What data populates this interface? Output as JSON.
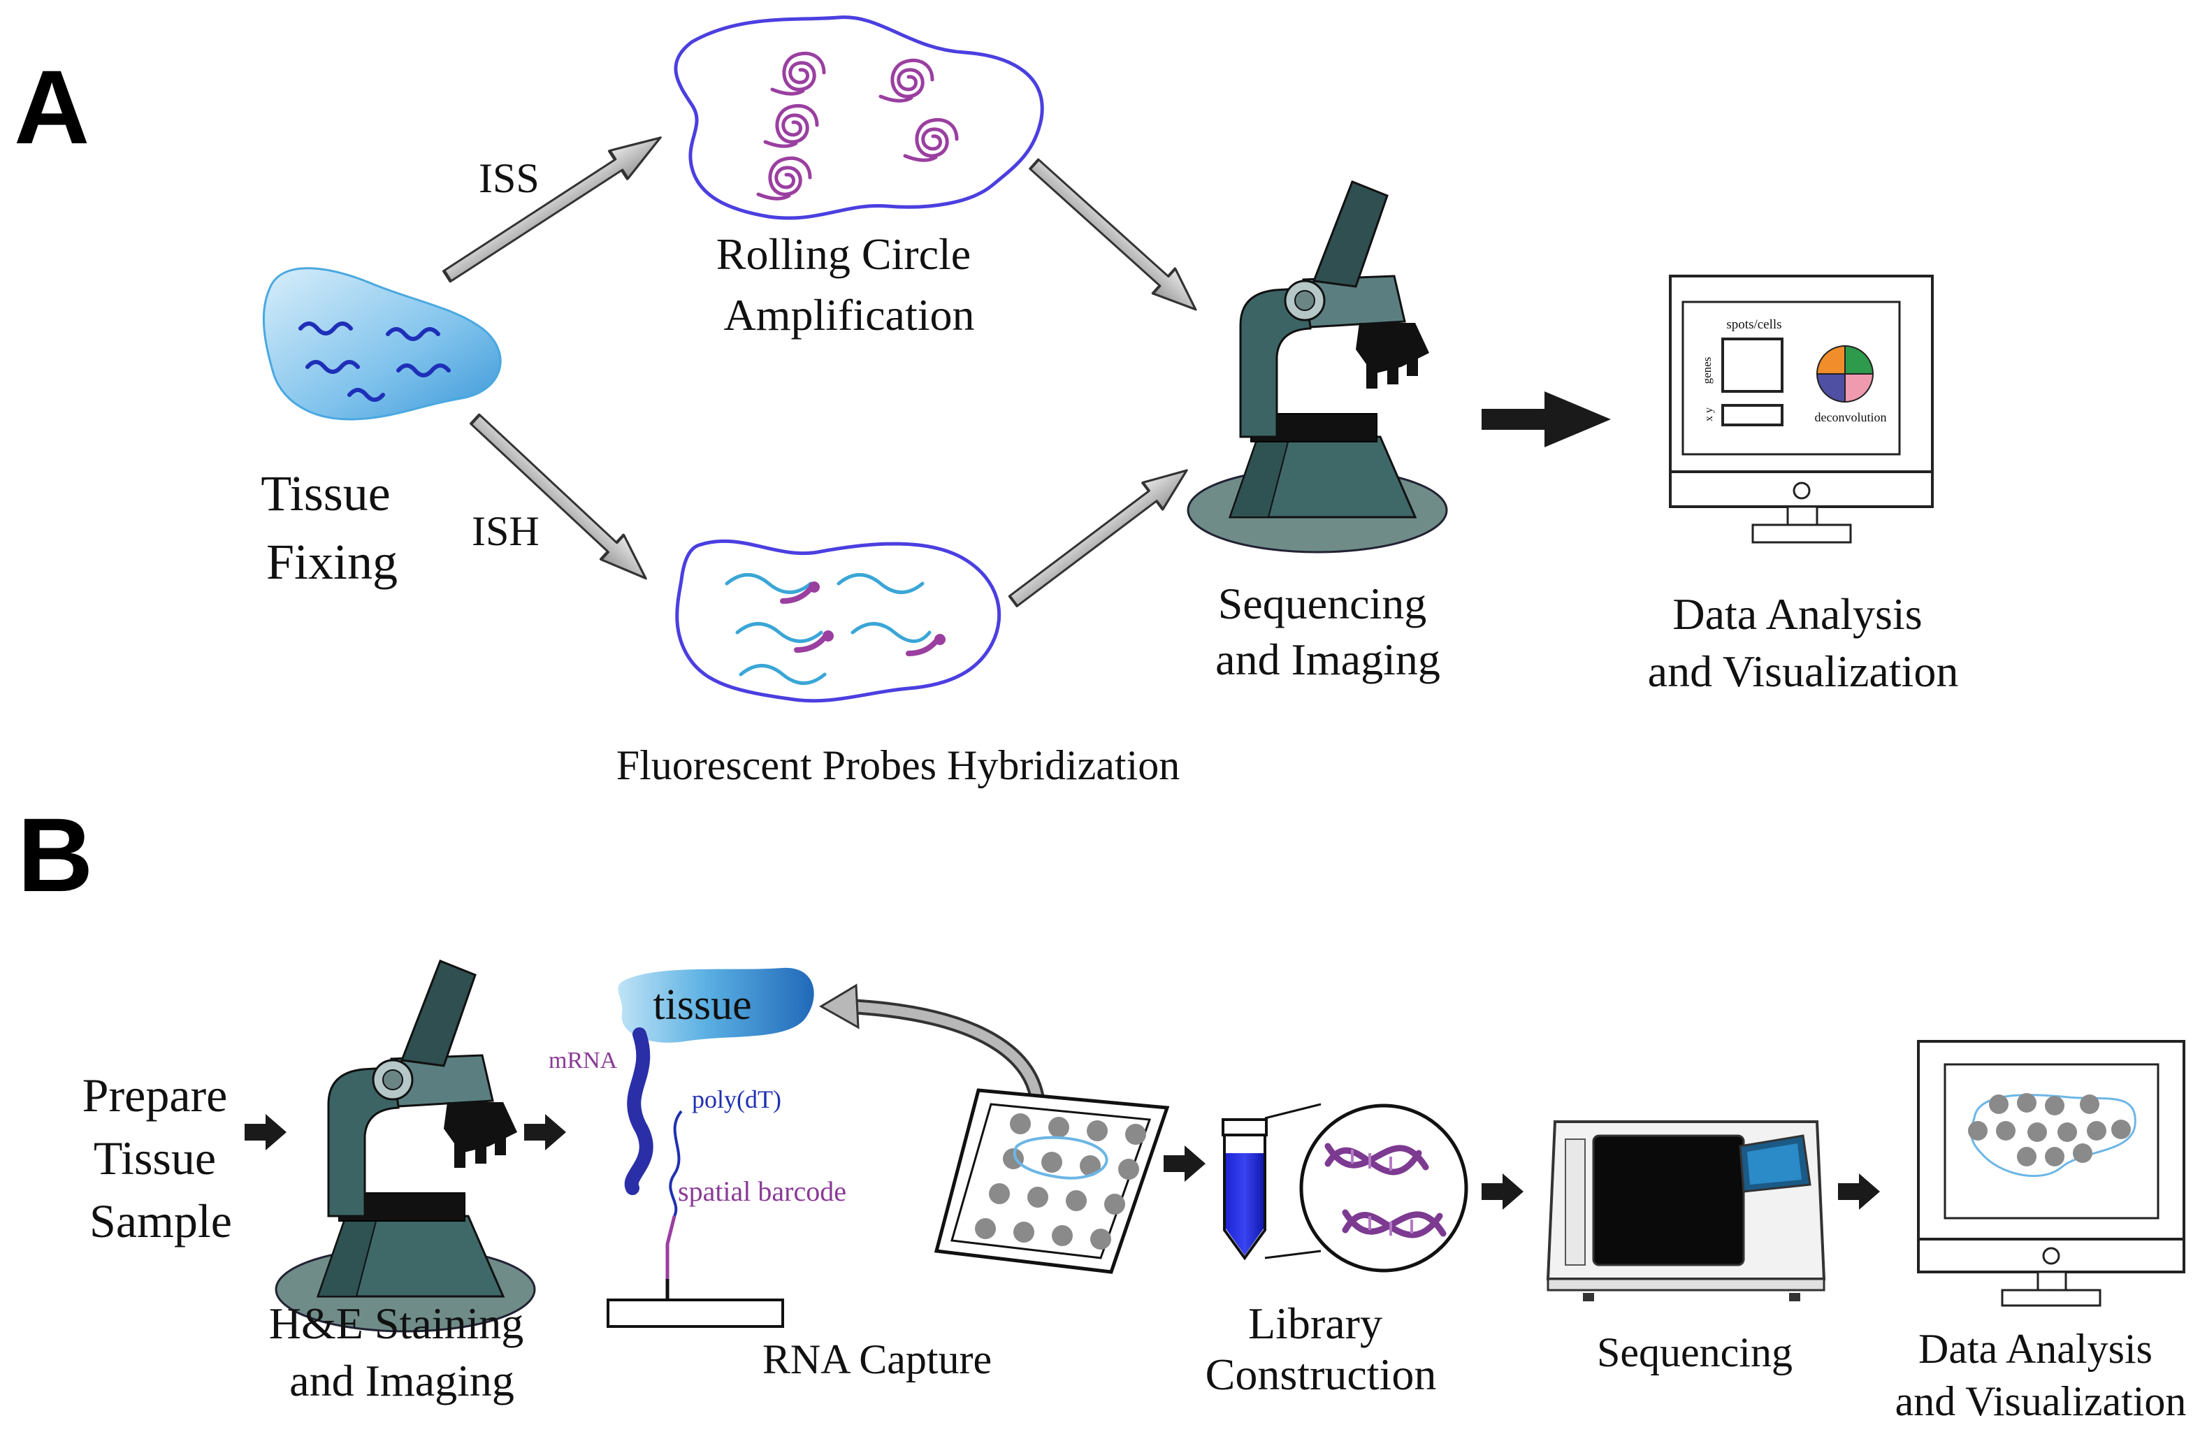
{
  "panel_a": {
    "letter": "A",
    "iss_label": "ISS",
    "ish_label": "ISH",
    "tissue_fixing": [
      "Tissue",
      "Fixing"
    ],
    "rolling_circle": [
      "Rolling Circle",
      "Amplification"
    ],
    "fluorescent_probes": "Fluorescent Probes Hybridization",
    "sequencing_imaging": [
      "Sequencing",
      "and Imaging"
    ],
    "data_analysis": [
      "Data Analysis",
      "and Visualization"
    ],
    "monitor_screen": {
      "spots_label": "spots/cells",
      "genes_label": "genes",
      "xy_label": "x y",
      "deconvolution_label": "deconvolution",
      "pie_colors": [
        "#2e9a4b",
        "#f09ab0",
        "#4f4fa3",
        "#f18d2b"
      ]
    }
  },
  "panel_b": {
    "letter": "B",
    "prepare_sample": [
      "Prepare",
      "Tissue",
      "Sample"
    ],
    "he_staining": [
      "H&E Staining",
      "and Imaging"
    ],
    "tissue_word": "tissue",
    "mrna_label": "mRNA",
    "polydt_label": "poly(dT)",
    "barcode_label": "spatial barcode",
    "rna_capture": "RNA Capture",
    "library_construction": [
      "Library",
      "Construction"
    ],
    "sequencing": "Sequencing",
    "data_analysis": [
      "Data Analysis",
      "and Visualization"
    ]
  },
  "colors": {
    "probe_purple": "#9a3fa0",
    "probe_blue": "#1e2fb8",
    "probe_cyan": "#3aa6d6",
    "microscope_teal": "#3c6465",
    "outline_blue": "#4b3fe0",
    "label_purple": "#8a3a96",
    "label_blue": "#2030b0"
  }
}
